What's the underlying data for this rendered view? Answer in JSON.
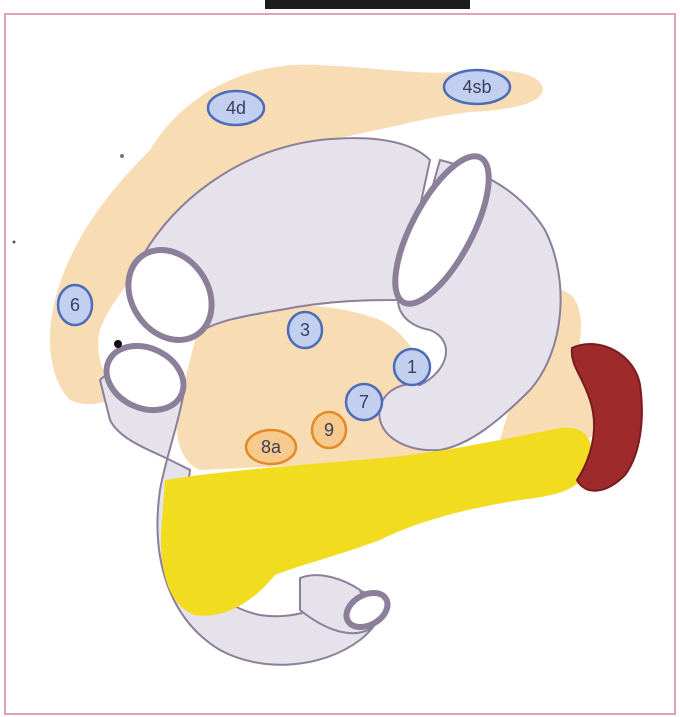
{
  "heading_fragment": "",
  "colors": {
    "page_border": "#e4a1b3",
    "fat_tissue": "#f7dcb4",
    "organ": "#e5e2ec",
    "organ_outline": "#8c7f99",
    "pancreas": "#f2dc1f",
    "spleen": "#9e2a2c",
    "blue_node_fill": "#c3cfee",
    "blue_node_stroke": "#4c6bb8",
    "orange_node_fill": "#f6c98c",
    "orange_node_stroke": "#e38a26",
    "node_text": "#3a3f5c"
  },
  "nodes": [
    {
      "id": "4d",
      "label": "4d",
      "style": "blue"
    },
    {
      "id": "4sb",
      "label": "4sb",
      "style": "blue"
    },
    {
      "id": "6",
      "label": "6",
      "style": "blue"
    },
    {
      "id": "3",
      "label": "3",
      "style": "blue"
    },
    {
      "id": "1",
      "label": "1",
      "style": "blue"
    },
    {
      "id": "7",
      "label": "7",
      "style": "blue"
    },
    {
      "id": "8a",
      "label": "8a",
      "style": "orange"
    },
    {
      "id": "9",
      "label": "9",
      "style": "orange"
    }
  ]
}
